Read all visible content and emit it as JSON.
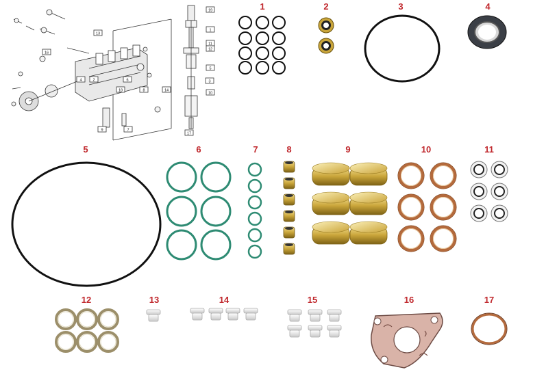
{
  "colors": {
    "label": "#c0282d",
    "black_ring": "#111111",
    "green_ring": "#2e8b73",
    "brass": "#c9a53a",
    "copper": "#b46a3c",
    "gasket": "#d9b3a8"
  },
  "diagram": {
    "callouts": [
      "19",
      "1",
      "13",
      "11",
      "12",
      "16",
      "5",
      "4",
      "3",
      "8",
      "14",
      "10",
      "18",
      "9",
      "7",
      "2",
      "17",
      "6"
    ]
  },
  "parts": [
    {
      "number": "1",
      "description_icon": "black-o-ring-set"
    },
    {
      "number": "2",
      "description_icon": "bonded-seal-washer"
    },
    {
      "number": "3",
      "description_icon": "large-black-o-ring"
    },
    {
      "number": "4",
      "description_icon": "shaft-seal"
    },
    {
      "number": "5",
      "description_icon": "very-large-black-o-ring"
    },
    {
      "number": "6",
      "description_icon": "green-o-ring-set"
    },
    {
      "number": "7",
      "description_icon": "small-green-o-ring-set"
    },
    {
      "number": "8",
      "description_icon": "brass-sleeve-set"
    },
    {
      "number": "9",
      "description_icon": "brass-plug-set"
    },
    {
      "number": "10",
      "description_icon": "copper-ring-set"
    },
    {
      "number": "11",
      "description_icon": "white-seal-set"
    },
    {
      "number": "12",
      "description_icon": "aluminium-washer-set"
    },
    {
      "number": "13",
      "description_icon": "plastic-bushing"
    },
    {
      "number": "14",
      "description_icon": "plastic-bushing-set"
    },
    {
      "number": "15",
      "description_icon": "plastic-bushing-set-large"
    },
    {
      "number": "16",
      "description_icon": "flange-gasket"
    },
    {
      "number": "17",
      "description_icon": "copper-o-ring"
    }
  ]
}
